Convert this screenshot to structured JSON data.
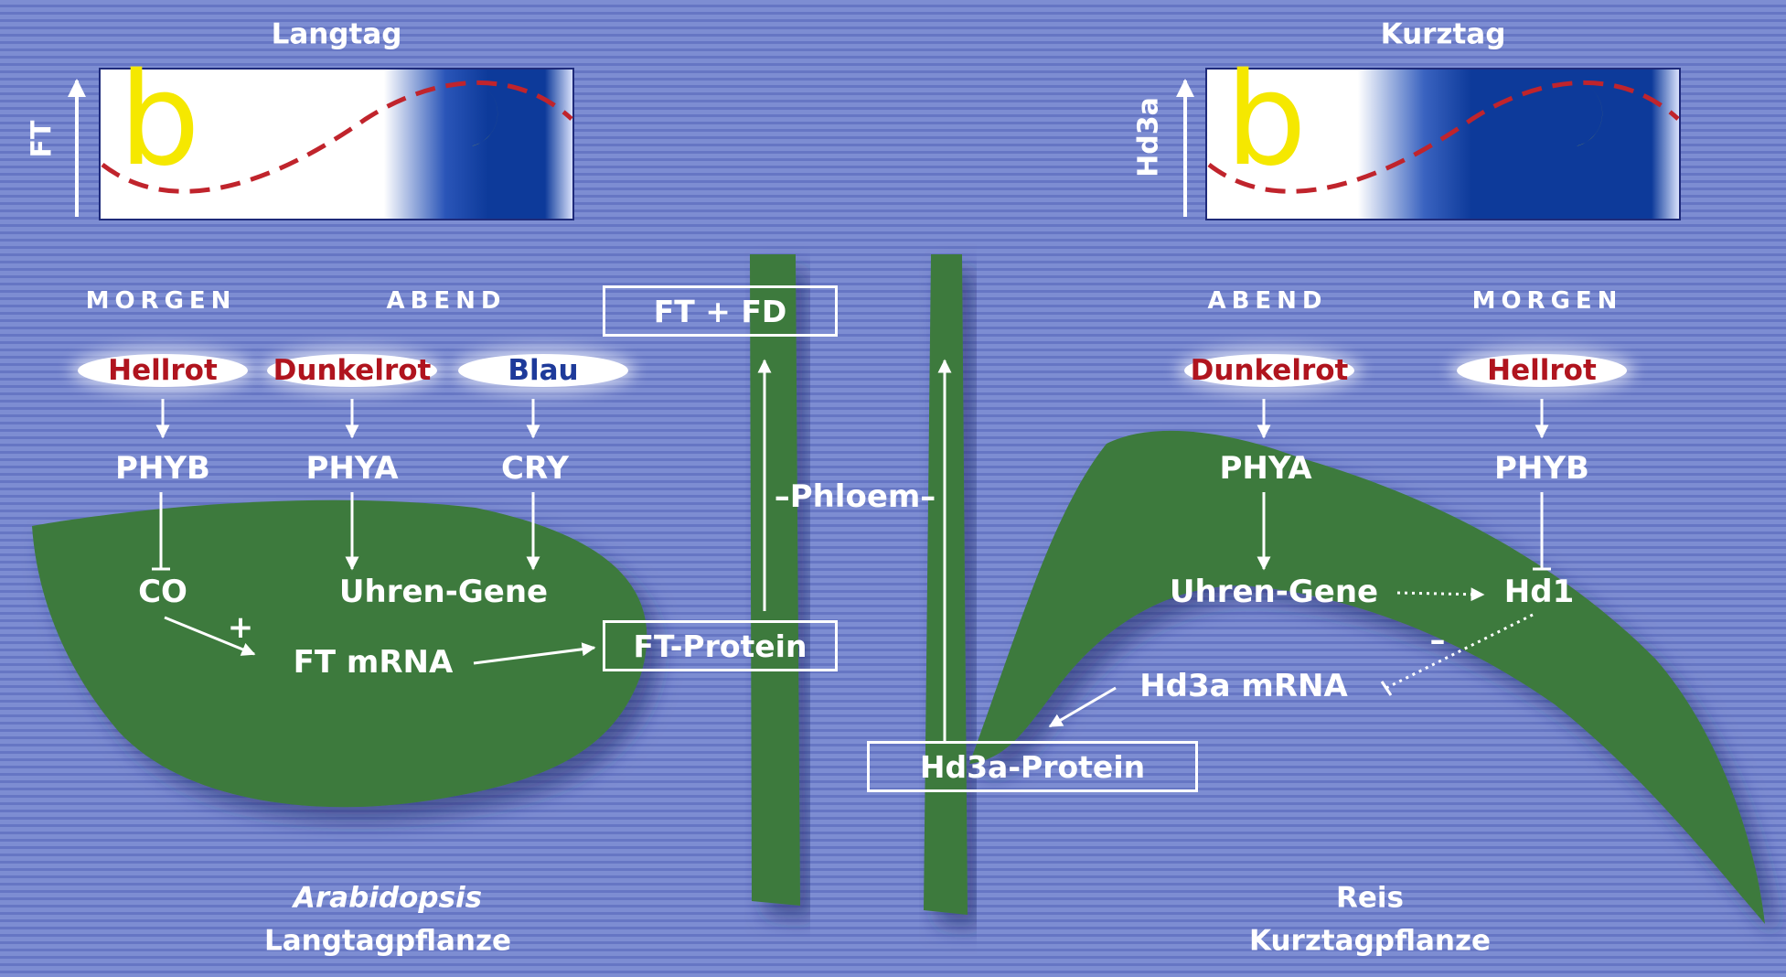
{
  "panels": {
    "left": {
      "title": "Langtag",
      "axis": "FT",
      "letter": "b"
    },
    "right": {
      "title": "Kurztag",
      "axis": "Hd3a",
      "letter": "b"
    }
  },
  "arabidopsis": {
    "morgen": "MORGEN",
    "abend": "ABEND",
    "light_hellrot": "Hellrot",
    "light_dunkelrot": "Dunkelrot",
    "light_blau": "Blau",
    "phyb": "PHYB",
    "phya": "PHYA",
    "cry": "CRY",
    "co": "CO",
    "uhren_gene": "Uhren-Gene",
    "plus": "+",
    "ft_mrna": "FT mRNA",
    "ft_protein": "FT-Protein",
    "species": "Arabidopsis",
    "type": "Langtagpflanze"
  },
  "center": {
    "ft_fd": "FT + FD",
    "phloem": "Phloem"
  },
  "rice": {
    "abend": "ABEND",
    "morgen": "MORGEN",
    "light_dunkelrot": "Dunkelrot",
    "light_hellrot": "Hellrot",
    "phya": "PHYA",
    "phyb": "PHYB",
    "uhren_gene": "Uhren-Gene",
    "hd1": "Hd1",
    "minus": "–",
    "hd3a_mrna": "Hd3a mRNA",
    "hd3a_protein": "Hd3a-Protein",
    "species": "Reis",
    "type": "Kurztagpflanze"
  },
  "colors": {
    "leaf": "#3e7a3c",
    "night": "#0d3a9a",
    "curve": "#c0242c",
    "letter": "#f5e800",
    "moon": "#f5e800"
  }
}
